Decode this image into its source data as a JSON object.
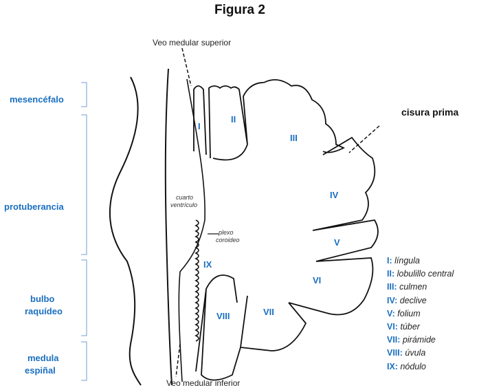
{
  "title": "Figura 2",
  "labels": {
    "veo_superior": "Veo medular superior",
    "veo_inferior": "Veo medular inferior",
    "cisura_prima": "cisura prima",
    "cuarto_1": "cuarto",
    "cuarto_2": "ventrículo",
    "plexo_1": "plexo",
    "plexo_2": "coroideo"
  },
  "regions": {
    "mesencefalo": "mesencéfalo",
    "protuberancia": "protuberancia",
    "bulbo_1": "bulbo",
    "bulbo_2": "raquídeo",
    "medula_1": "medula",
    "medula_2": "espiñal"
  },
  "lobes": [
    "I",
    "II",
    "III",
    "IV",
    "V",
    "VI",
    "VII",
    "VIII",
    "IX"
  ],
  "legend": [
    {
      "num": "I:",
      "text": "língula"
    },
    {
      "num": "II:",
      "text": "lobulillo central"
    },
    {
      "num": "III:",
      "text": "culmen"
    },
    {
      "num": "IV:",
      "text": "declive"
    },
    {
      "num": "V:",
      "text": "folium"
    },
    {
      "num": "VI:",
      "text": "túber"
    },
    {
      "num": "VII:",
      "text": "pirámide"
    },
    {
      "num": "VIII:",
      "text": "úvula"
    },
    {
      "num": "IX:",
      "text": "nódulo"
    }
  ],
  "colors": {
    "accent": "#1a6fc0",
    "bracket": "#8fb4d6",
    "ink": "#111111"
  }
}
